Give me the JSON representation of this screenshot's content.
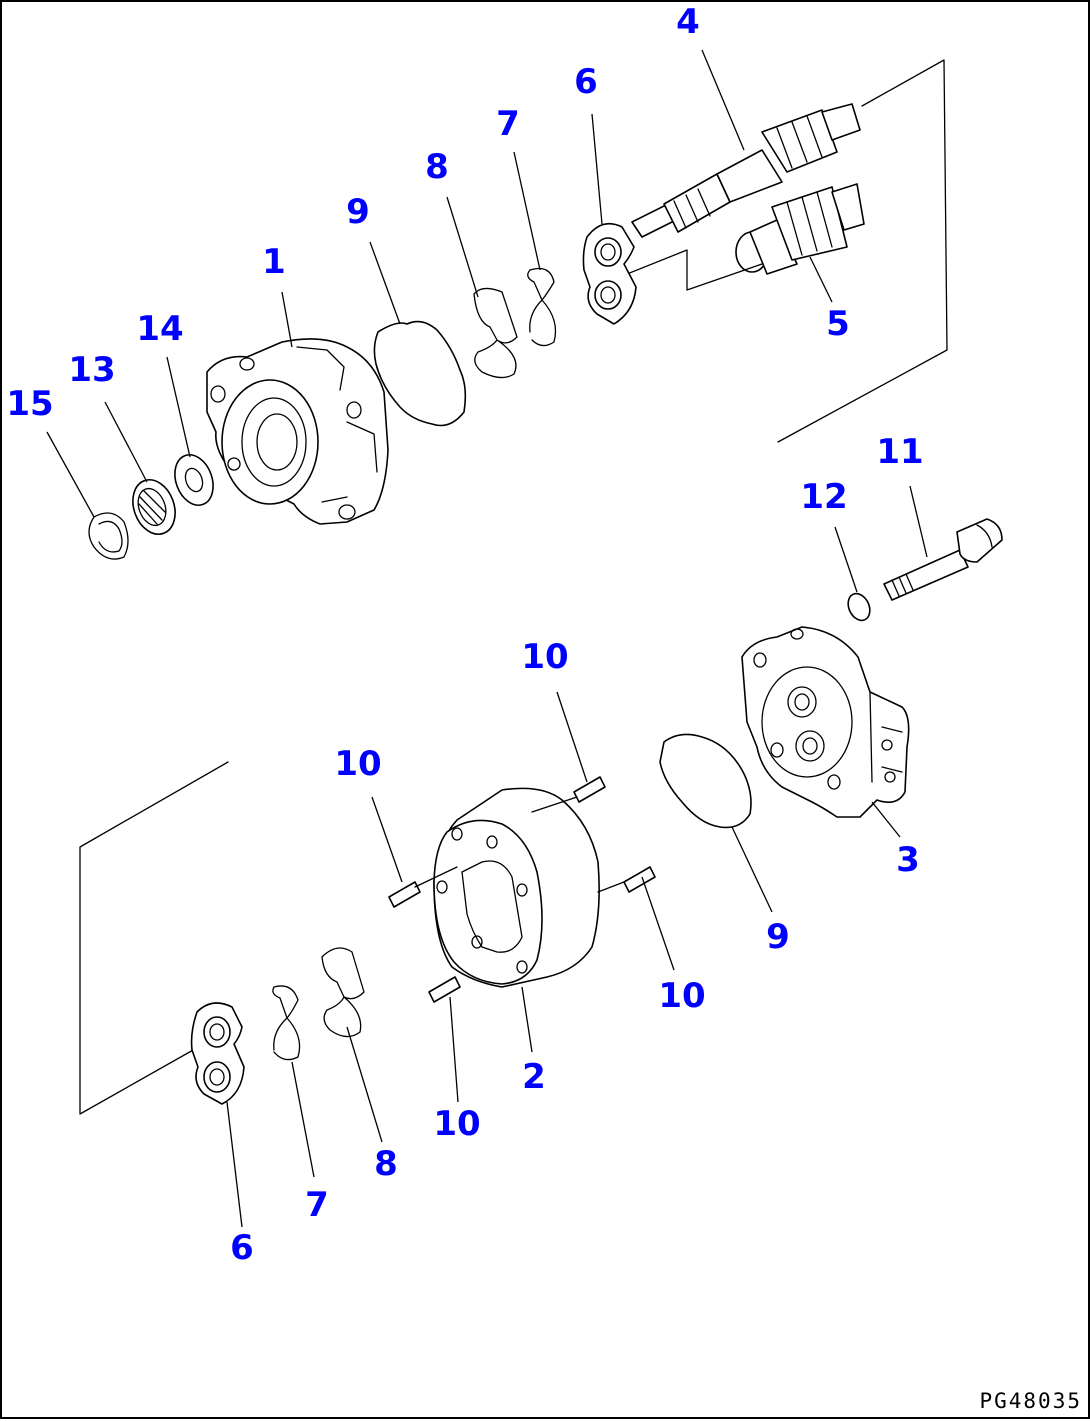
{
  "drawing_code": "PG48035",
  "colors": {
    "callout": "#0000ff",
    "linework": "#000000",
    "background": "#ffffff"
  },
  "callouts": [
    "1",
    "2",
    "3",
    "4",
    "5",
    "6",
    "7",
    "8",
    "9",
    "10",
    "11",
    "12",
    "13",
    "14",
    "15"
  ]
}
